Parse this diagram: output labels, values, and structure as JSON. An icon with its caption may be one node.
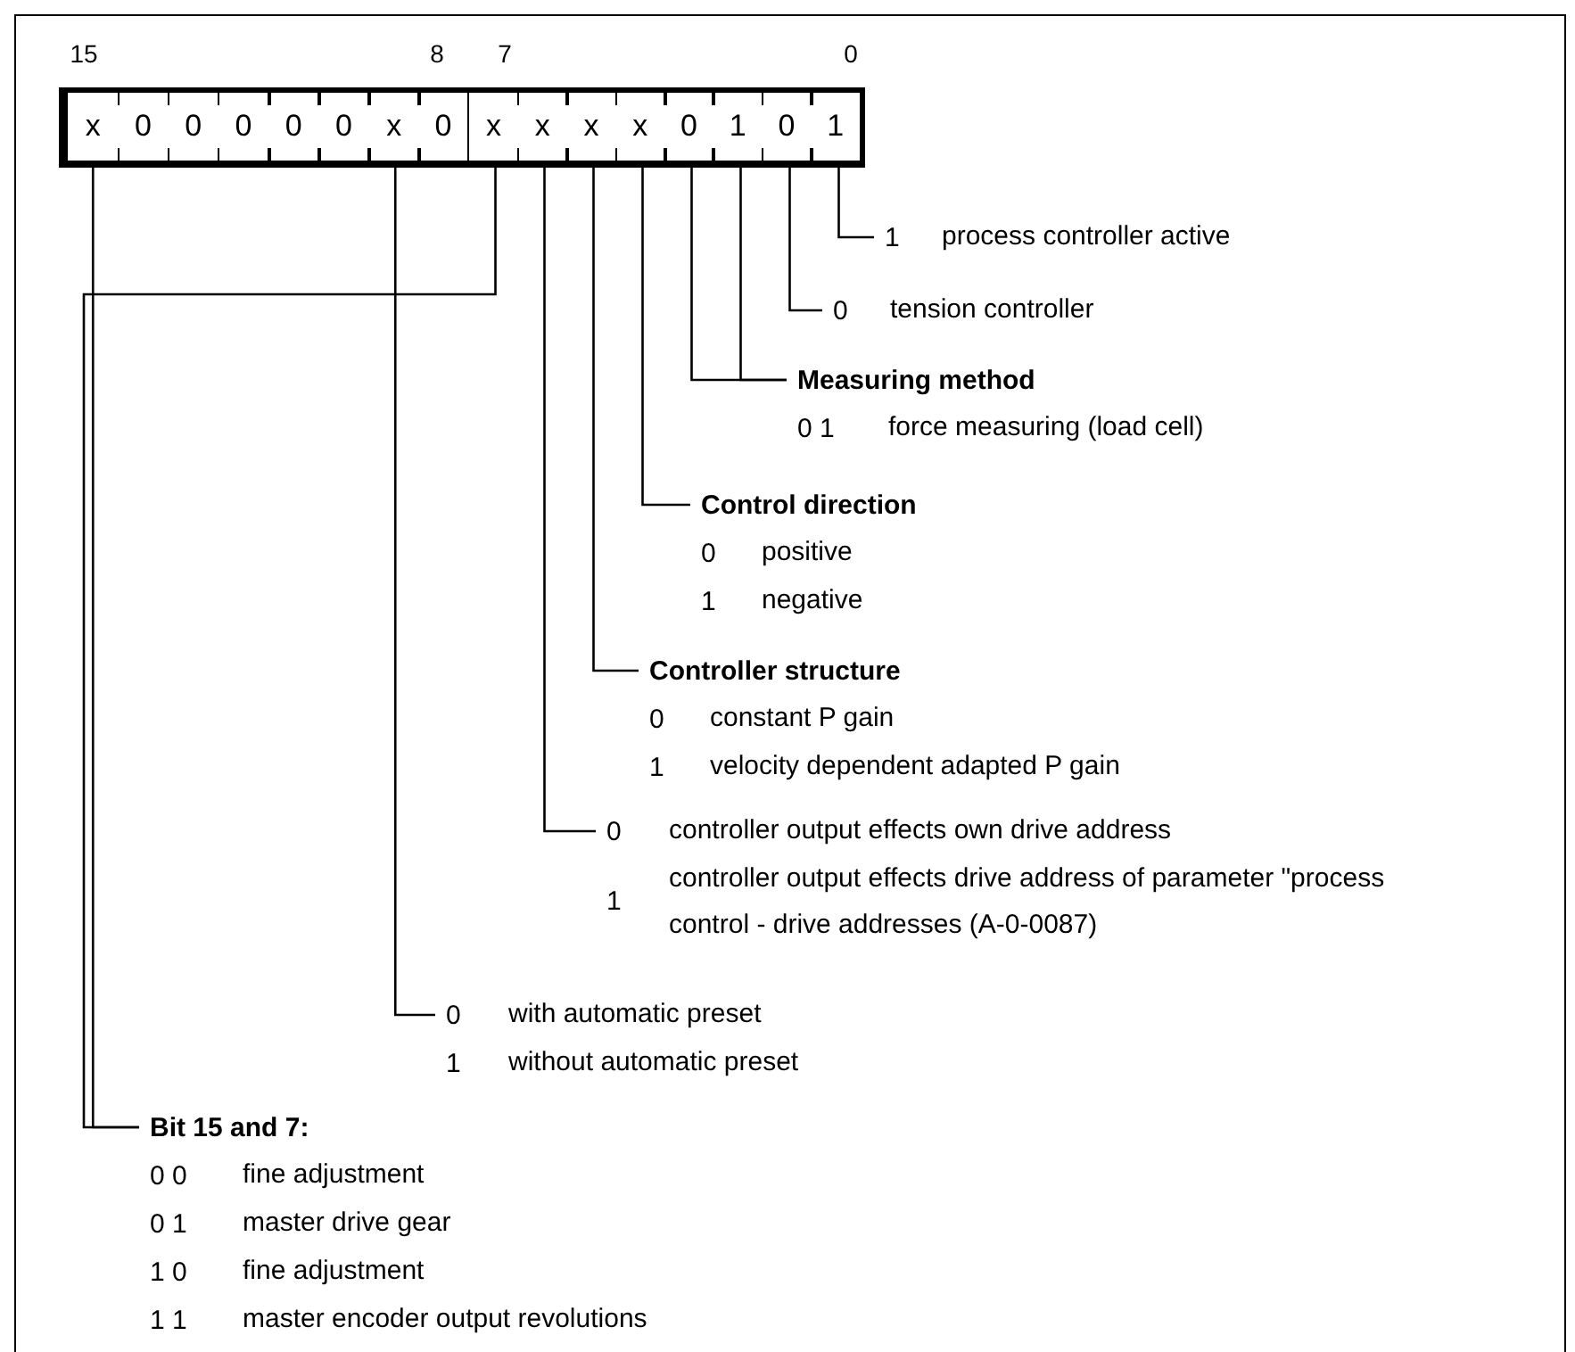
{
  "diagram": {
    "nodes": [
      {
        "text": [
          "x"
        ]
      },
      {
        "text": [
          "0"
        ]
      },
      {
        "text": [
          "0"
        ]
      },
      {
        "text": [
          "0"
        ]
      },
      {
        "text": [
          "0"
        ]
      },
      {
        "text": [
          "0"
        ]
      },
      {
        "text": [
          "x"
        ]
      },
      {
        "text": [
          "0"
        ]
      },
      {
        "text": [
          "x"
        ]
      },
      {
        "text": [
          "x"
        ]
      },
      {
        "text": [
          "x"
        ]
      },
      {
        "text": [
          "x"
        ]
      },
      {
        "text": [
          "0"
        ]
      },
      {
        "text": [
          "1"
        ]
      },
      {
        "text": [
          "0"
        ]
      },
      {
        "text": [
          "1"
        ]
      },
      {
        "text": [
          "1",
          "process controller active"
        ]
      },
      {
        "text": [
          "0",
          "tension controller"
        ]
      },
      {
        "text": [
          "Measuring method",
          "0 1",
          "force measuring (load cell)"
        ]
      },
      {
        "text": [
          "Control direction",
          "0",
          "positive",
          "1",
          "negative"
        ]
      },
      {
        "text": [
          "Controller structure",
          "0",
          "constant P gain",
          "1",
          "velocity dependent adapted P gain"
        ]
      },
      {
        "text": [
          "0",
          "controller output effects own drive address",
          "1",
          "controller output effects drive address of parameter \"process control - drive addresses (A-0-0087)"
        ]
      },
      {
        "text": [
          "0",
          "with automatic preset",
          "1",
          "without automatic preset"
        ]
      },
      {
        "text": [
          "Bit 15 and 7:",
          "0 0",
          "fine adjustment",
          "0 1",
          "master drive gear",
          "1 0",
          "fine adjustment",
          "1 1",
          "master encoder output revolutions"
        ]
      }
    ],
    "edges": [
      {
        "from": 15,
        "to": 16,
        "arrow": "none"
      },
      {
        "from": 14,
        "to": 17,
        "arrow": "none"
      },
      {
        "from": 13,
        "to": 18,
        "arrow": "none"
      },
      {
        "from": 12,
        "to": 18,
        "arrow": "none"
      },
      {
        "from": 11,
        "to": 19,
        "arrow": "none"
      },
      {
        "from": 10,
        "to": 20,
        "arrow": "none"
      },
      {
        "from": 9,
        "to": 21,
        "arrow": "none"
      },
      {
        "from": 8,
        "to": 23,
        "arrow": "none"
      },
      {
        "from": 6,
        "to": 22,
        "arrow": "none"
      },
      {
        "from": 0,
        "to": 23,
        "arrow": "none"
      }
    ],
    "labels": [
      "15",
      "8",
      "7",
      "0"
    ]
  }
}
